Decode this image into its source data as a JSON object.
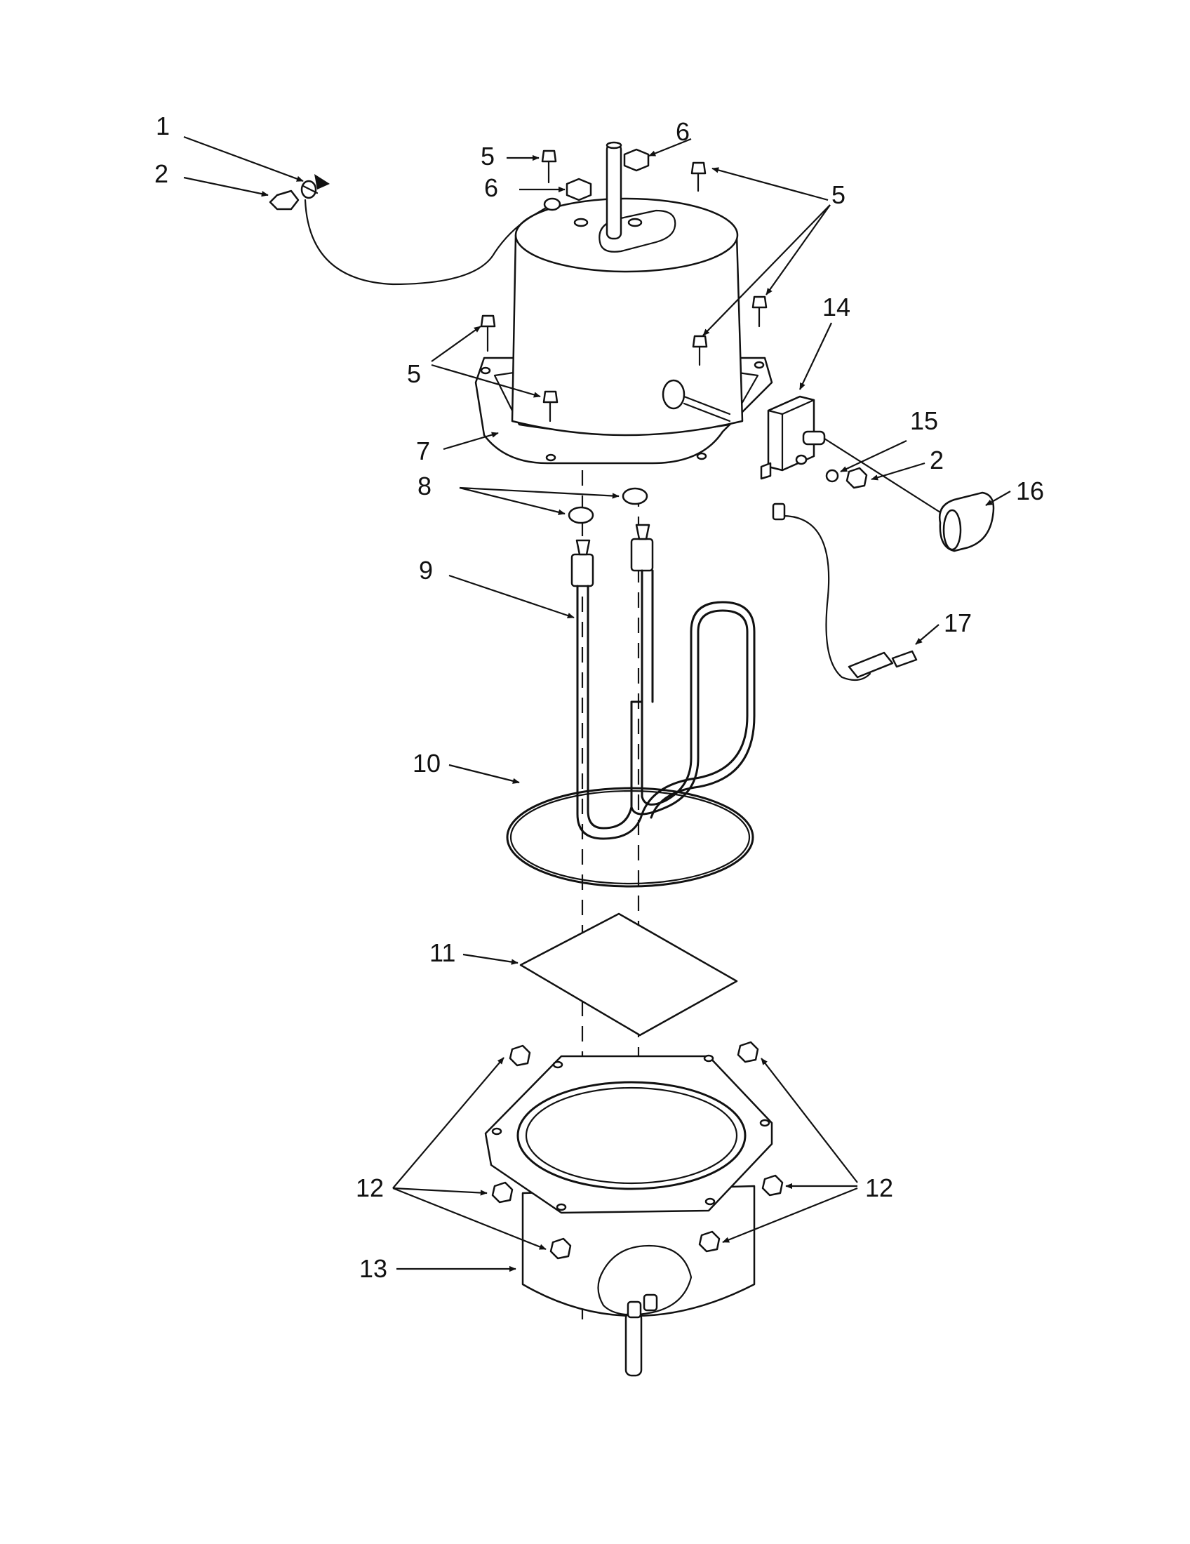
{
  "callouts": {
    "c1": "1",
    "c2a": "2",
    "c2b": "2",
    "c5a": "5",
    "c5b": "5",
    "c5c": "5",
    "c6a": "6",
    "c6b": "6",
    "c7": "7",
    "c8": "8",
    "c9": "9",
    "c10": "10",
    "c11": "11",
    "c12a": "12",
    "c12b": "12",
    "c13": "13",
    "c14": "14",
    "c15": "15",
    "c16": "16",
    "c17": "17"
  },
  "icons": {
    "arrowhead": "arrow-marker",
    "fasteners": "screw-nut-icons"
  }
}
